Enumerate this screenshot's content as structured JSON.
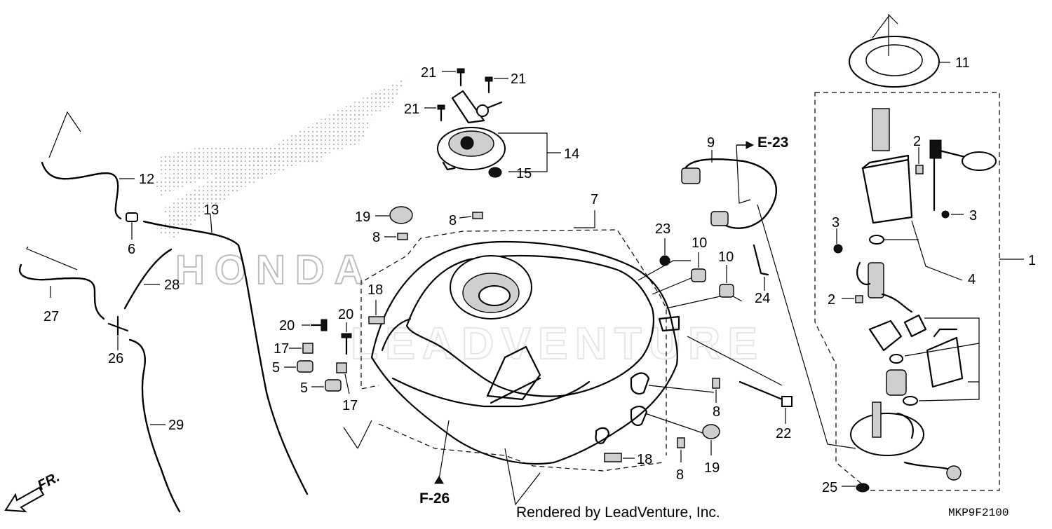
{
  "diagram": {
    "code": "MKP9F2100",
    "credit": "Rendered by LeadVenture, Inc.",
    "watermark": "LEADVENTURE",
    "logo_text": "HONDA",
    "front_label": "FR.",
    "refs": {
      "e23": "E-23",
      "f26": "F-26"
    },
    "callouts": {
      "c1": "1",
      "c2a": "2",
      "c2b": "2",
      "c3a": "3",
      "c3b": "3",
      "c4": "4",
      "c5a": "5",
      "c5b": "5",
      "c6": "6",
      "c7": "7",
      "c8a": "8",
      "c8b": "8",
      "c8c": "8",
      "c8d": "8",
      "c9": "9",
      "c10a": "10",
      "c10b": "10",
      "c11": "11",
      "c12": "12",
      "c13": "13",
      "c14": "14",
      "c15": "15",
      "c17a": "17",
      "c17b": "17",
      "c18a": "18",
      "c18b": "18",
      "c19a": "19",
      "c19b": "19",
      "c20a": "20",
      "c20b": "20",
      "c21a": "21",
      "c21b": "21",
      "c21c": "21",
      "c22": "22",
      "c23": "23",
      "c24": "24",
      "c25": "25",
      "c26": "26",
      "c27": "27",
      "c28": "28",
      "c29": "29"
    }
  }
}
